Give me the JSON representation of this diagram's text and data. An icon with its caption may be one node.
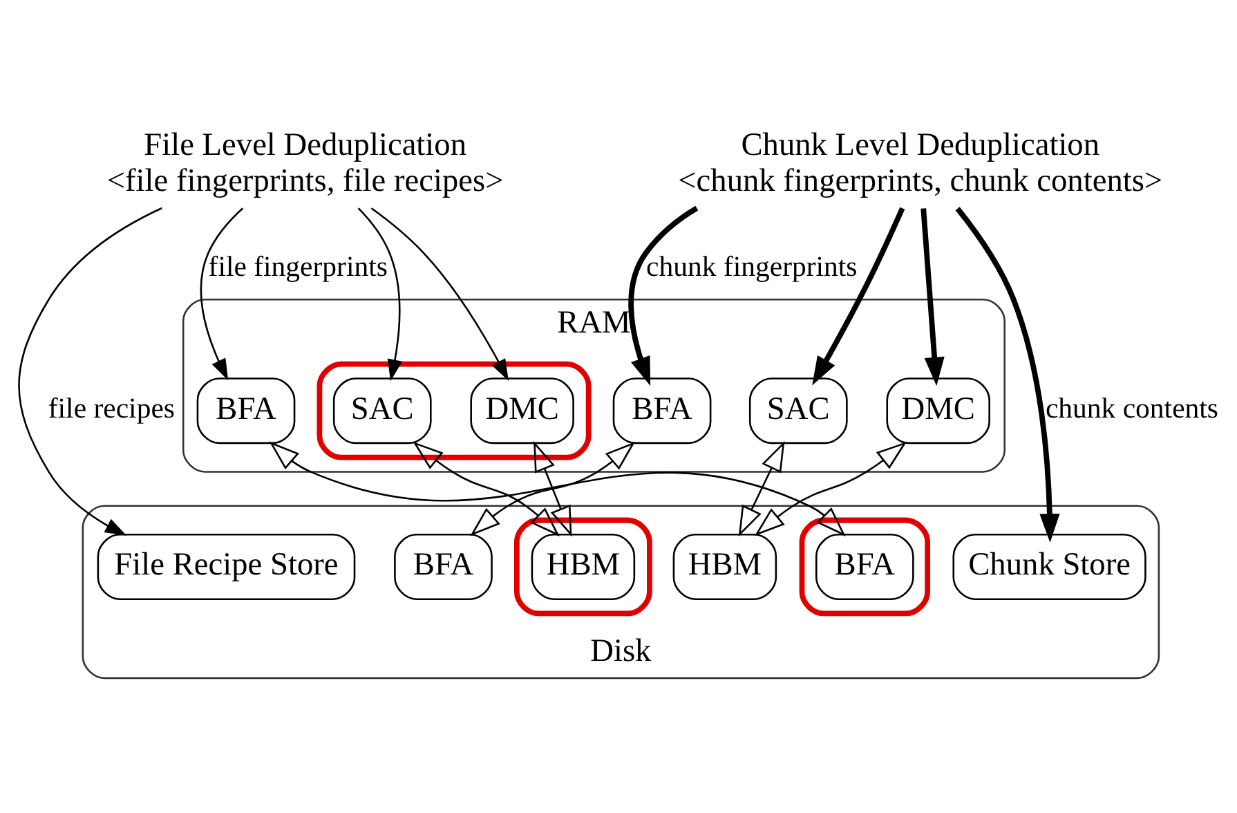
{
  "diagram": {
    "nodes": [
      {
        "text": [
          "RAM"
        ]
      },
      {
        "text": [
          "Disk"
        ]
      },
      {
        "text": [
          "File Level Deduplication",
          "<file fingerprints, file recipes>"
        ]
      },
      {
        "text": [
          "Chunk Level Deduplication",
          "<chunk fingerprints, chunk contents>"
        ]
      },
      {
        "text": [
          "BFA"
        ],
        "in": 0
      },
      {
        "text": [],
        "shape": "ellipse",
        "in": 0
      },
      {
        "text": [
          "SAC"
        ],
        "in": 5
      },
      {
        "text": [
          "DMC"
        ],
        "in": 5
      },
      {
        "text": [
          "BFA"
        ],
        "in": 0
      },
      {
        "text": [
          "SAC"
        ],
        "in": 0
      },
      {
        "text": [
          "DMC"
        ],
        "in": 0
      },
      {
        "text": [],
        "shape": "ellipse",
        "in": 1
      },
      {
        "text": [
          "BFA"
        ],
        "in": 11
      },
      {
        "text": [],
        "shape": "ellipse",
        "in": 1
      },
      {
        "text": [
          "HBM"
        ],
        "in": 13
      },
      {
        "text": [
          "File Recipe Store"
        ],
        "in": 1
      },
      {
        "text": [
          "BFA"
        ],
        "in": 1
      },
      {
        "text": [
          "HBM"
        ],
        "in": 1
      },
      {
        "text": [
          "Chunk Store"
        ],
        "in": 1
      }
    ],
    "edges": [
      {
        "from": 2,
        "to": 4,
        "arrow": "to",
        "label": "file fingerprints"
      },
      {
        "from": 2,
        "to": 6,
        "arrow": "to"
      },
      {
        "from": 2,
        "to": 7,
        "arrow": "to"
      },
      {
        "from": 2,
        "to": 15,
        "arrow": "to",
        "label": "file recipes"
      },
      {
        "from": 3,
        "to": 8,
        "arrow": "to",
        "style": "thick",
        "label": "chunk fingerprints"
      },
      {
        "from": 3,
        "to": 9,
        "arrow": "to",
        "style": "thick"
      },
      {
        "from": 3,
        "to": 10,
        "arrow": "to",
        "style": "thick"
      },
      {
        "from": 3,
        "to": 18,
        "arrow": "to",
        "style": "thick",
        "label": "chunk contents"
      },
      {
        "from": 4,
        "to": 12,
        "arrow": "both"
      },
      {
        "from": 6,
        "to": 14,
        "arrow": "both"
      },
      {
        "from": 7,
        "to": 14,
        "arrow": "both"
      },
      {
        "from": 8,
        "to": 16,
        "arrow": "both"
      },
      {
        "from": 9,
        "to": 17,
        "arrow": "both"
      },
      {
        "from": 10,
        "to": 17,
        "arrow": "both"
      }
    ]
  }
}
